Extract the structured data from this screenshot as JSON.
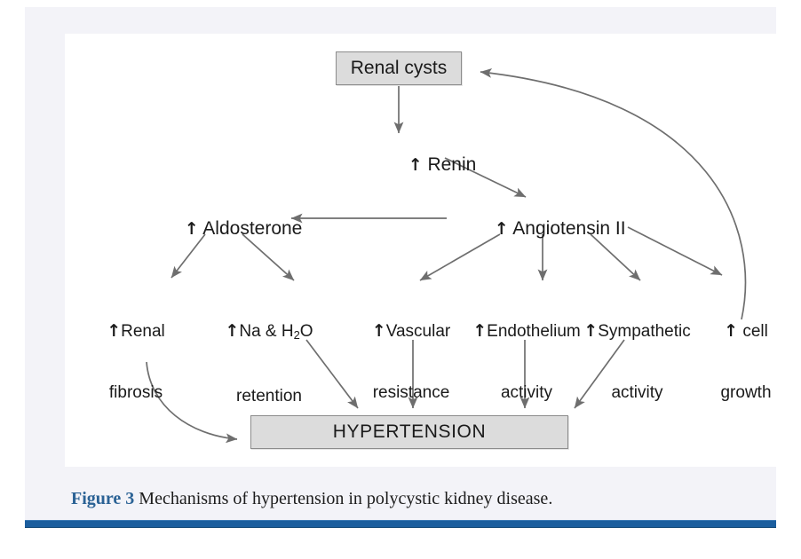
{
  "figure": {
    "caption_label": "Figure 3",
    "caption_text": " Mechanisms of hypertension in polycystic kidney disease."
  },
  "colors": {
    "box_fill": "#dcdcdc",
    "box_border": "#8c8c8c",
    "arrow": "#6e6e6e",
    "caption_label": "#2b6295",
    "rule": "#1b5e9e",
    "card_background": "#f3f3f8",
    "panel_background": "#ffffff"
  },
  "diagram": {
    "type": "flowchart",
    "title": "Mechanisms of hypertension in polycystic kidney disease",
    "nodes": {
      "renal_cysts": {
        "label": "Renal cysts",
        "shape": "box"
      },
      "renin": {
        "arrow": "↑",
        "label": " Renin",
        "shape": "text"
      },
      "aldosterone": {
        "arrow": "↑",
        "label": " Aldosterone",
        "shape": "text"
      },
      "angiotensin": {
        "arrow": "↑",
        "label": " Angiotensin II",
        "shape": "text"
      },
      "renal_fibrosis": {
        "arrow": "↑",
        "line1": "Renal",
        "line2": "fibrosis",
        "shape": "text"
      },
      "na_h2o": {
        "arrow": "↑",
        "line1_pre": "Na & H",
        "line1_sub": "2",
        "line1_post": "O",
        "line2": "retention",
        "shape": "text"
      },
      "vascular": {
        "arrow": "↑",
        "line1": "Vascular",
        "line2": "resistance",
        "shape": "text"
      },
      "endothelium": {
        "arrow": "↑",
        "line1": "Endothelium",
        "line2": "activity",
        "shape": "text"
      },
      "sympathetic": {
        "arrow": "↑",
        "line1": "Sympathetic",
        "line2": "activity",
        "shape": "text"
      },
      "cell_growth": {
        "arrow": "↑",
        "line1": " cell",
        "line2": "growth",
        "shape": "text"
      },
      "hypertension": {
        "label": "HYPERTENSION",
        "shape": "box"
      }
    },
    "edges": [
      {
        "from": "renal_cysts",
        "to": "renin",
        "style": "straight"
      },
      {
        "from": "renin",
        "to": "angiotensin",
        "style": "straight"
      },
      {
        "from": "angiotensin",
        "to": "aldosterone",
        "style": "straight"
      },
      {
        "from": "aldosterone",
        "to": "renal_fibrosis",
        "style": "straight"
      },
      {
        "from": "aldosterone",
        "to": "na_h2o",
        "style": "straight"
      },
      {
        "from": "angiotensin",
        "to": "vascular",
        "style": "straight"
      },
      {
        "from": "angiotensin",
        "to": "endothelium",
        "style": "straight"
      },
      {
        "from": "angiotensin",
        "to": "sympathetic",
        "style": "straight"
      },
      {
        "from": "angiotensin",
        "to": "cell_growth",
        "style": "straight"
      },
      {
        "from": "renal_fibrosis",
        "to": "hypertension",
        "style": "curved"
      },
      {
        "from": "na_h2o",
        "to": "hypertension",
        "style": "straight"
      },
      {
        "from": "vascular",
        "to": "hypertension",
        "style": "straight"
      },
      {
        "from": "endothelium",
        "to": "hypertension",
        "style": "straight"
      },
      {
        "from": "sympathetic",
        "to": "hypertension",
        "style": "straight"
      },
      {
        "from": "cell_growth",
        "to": "renal_cysts",
        "style": "curved"
      }
    ]
  }
}
